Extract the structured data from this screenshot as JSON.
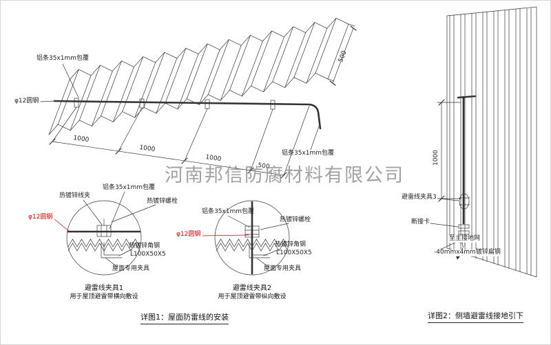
{
  "watermark": "河南邦信防腐材料有限公司",
  "roof_view": {
    "label_strip_top": "铝条35x1mm包覆",
    "label_rod": "φ12圆钢",
    "label_strip_right": "铝条35x1mm包覆",
    "dim_1": "1000",
    "dim_2": "1000",
    "dim_3": "1000",
    "dim_4": "500",
    "dim_side": "500"
  },
  "detail1": {
    "label_clamp": "热镀锌线夹",
    "label_strip": "铝条35x1mm包覆",
    "label_bolt": "热镀锌螺栓",
    "label_rod": "φ12圆钢",
    "label_angle": "热镀锌角钢",
    "label_angle_size": "L100X50X5",
    "label_fixture": "屋面专用夹具",
    "title": "避雷线夹具1",
    "subtitle": "用于屋顶避雷带横向敷设"
  },
  "detail2": {
    "label_strip": "铝条35x1mm包覆",
    "label_bolt": "热镀锌螺栓",
    "label_rod": "φ12圆钢",
    "label_angle": "热镀锌角钢",
    "label_angle_size": "L100X50X5",
    "label_fixture": "屋面专用夹具",
    "title": "避雷线夹具2",
    "subtitle": "用于屋顶避雷带纵向敷设"
  },
  "wall_view": {
    "label_clamp3": "避雷线夹具3",
    "label_disconnect": "断接卡",
    "label_ground": "至主接地网",
    "label_flat_steel": "-40mmx4mm镀锌扁钢",
    "dim_height": "1000"
  },
  "captions": {
    "detail1": "详图1：屋面防雷线的安装",
    "detail2": "详图2：侧墙避雷线接地引下"
  },
  "colors": {
    "line": "#333333",
    "red": "#cc0000",
    "watermark": "#8c8c8c"
  }
}
